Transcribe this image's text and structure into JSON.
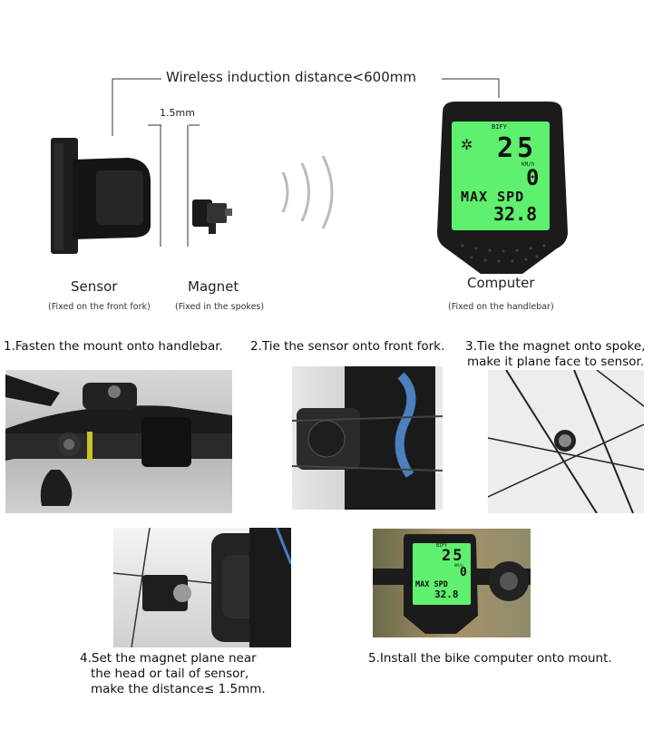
{
  "top": {
    "distance_label": "Wireless induction distance<600mm",
    "gap_label": "1.5mm",
    "sensor": {
      "name": "Sensor",
      "note": "(Fixed on the front fork)"
    },
    "magnet": {
      "name": "Magnet",
      "note": "(Fixed in the spokes)"
    },
    "computer": {
      "name": "Computer",
      "note": "(Fixed on the handlebar)",
      "display": {
        "brand": "BIFY",
        "speed": "25",
        "unit": "KM/h",
        "digit": "0",
        "mode": "MAX SPD",
        "value": "32.8"
      }
    }
  },
  "steps": [
    {
      "number": "1.",
      "text": "Fasten the mount onto handlebar."
    },
    {
      "number": "2.",
      "text": "Tie the sensor onto front fork."
    },
    {
      "number": "3.",
      "lines": [
        "Tie the magnet onto spoke,",
        "make it plane face to sensor."
      ]
    },
    {
      "number": "4.",
      "lines": [
        "Set the magnet plane near",
        "the head or tail of sensor,",
        "make the distance≤ 1.5mm."
      ]
    },
    {
      "number": "5.",
      "text": "Install the bike computer onto mount."
    }
  ],
  "photo5_display": {
    "brand": "BIFY",
    "speed": "25",
    "unit": "KM/h",
    "digit": "0",
    "mode": "MAX SPD",
    "value": "32.8"
  },
  "colors": {
    "lcd_green": "#5ef06e",
    "device_black": "#1b1b1b",
    "line_gray": "#333333"
  }
}
